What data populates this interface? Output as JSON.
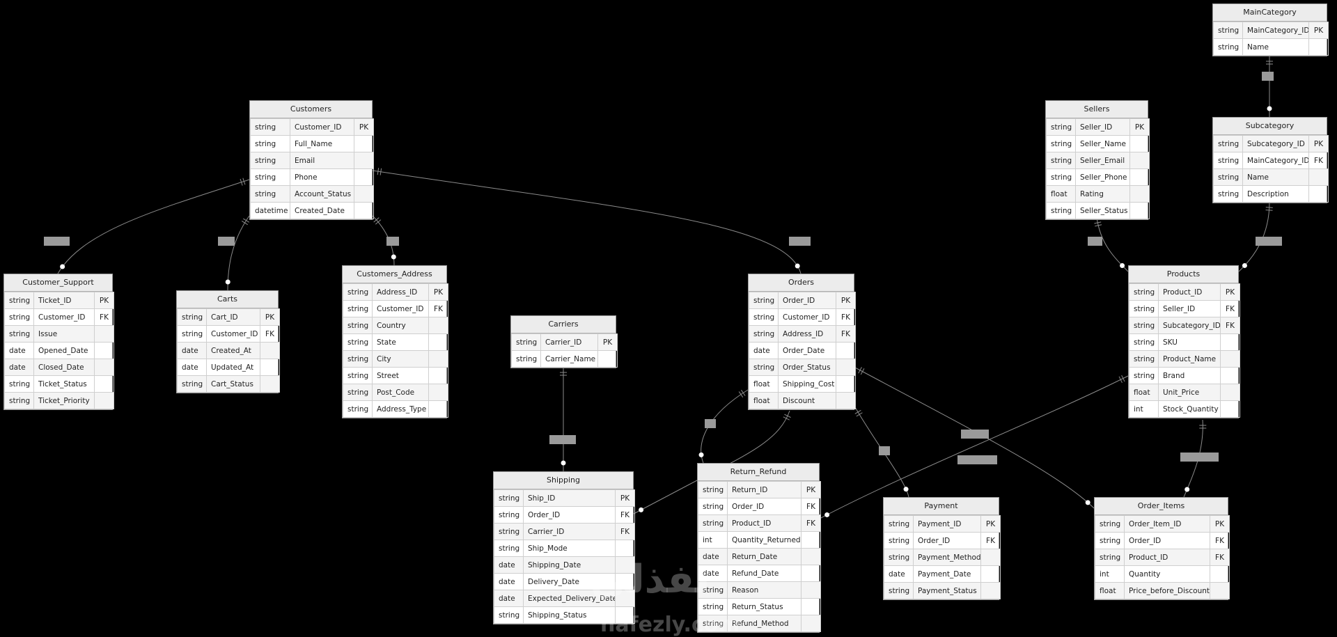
{
  "colors": {
    "background": "#000000",
    "entity_header": "#ececec",
    "entity_body": "#ffffff",
    "edge": "#8c8c8c",
    "edge_label_box": "#9a9a9a"
  },
  "entities": [
    {
      "id": "MainCategory",
      "title": "MainCategory",
      "rows": [
        [
          "string",
          "MainCategory_ID",
          "PK"
        ],
        [
          "string",
          "Name",
          ""
        ]
      ]
    },
    {
      "id": "Customers",
      "title": "Customers",
      "rows": [
        [
          "string",
          "Customer_ID",
          "PK"
        ],
        [
          "string",
          "Full_Name",
          ""
        ],
        [
          "string",
          "Email",
          ""
        ],
        [
          "string",
          "Phone",
          ""
        ],
        [
          "string",
          "Account_Status",
          ""
        ],
        [
          "datetime",
          "Created_Date",
          ""
        ]
      ]
    },
    {
      "id": "Sellers",
      "title": "Sellers",
      "rows": [
        [
          "string",
          "Seller_ID",
          "PK"
        ],
        [
          "string",
          "Seller_Name",
          ""
        ],
        [
          "string",
          "Seller_Email",
          ""
        ],
        [
          "string",
          "Seller_Phone",
          ""
        ],
        [
          "float",
          "Rating",
          ""
        ],
        [
          "string",
          "Seller_Status",
          ""
        ]
      ]
    },
    {
      "id": "Subcategory",
      "title": "Subcategory",
      "rows": [
        [
          "string",
          "Subcategory_ID",
          "PK"
        ],
        [
          "string",
          "MainCategory_ID",
          "FK"
        ],
        [
          "string",
          "Name",
          ""
        ],
        [
          "string",
          "Description",
          ""
        ]
      ]
    },
    {
      "id": "Customer_Support",
      "title": "Customer_Support",
      "rows": [
        [
          "string",
          "Ticket_ID",
          "PK"
        ],
        [
          "string",
          "Customer_ID",
          "FK"
        ],
        [
          "string",
          "Issue",
          ""
        ],
        [
          "date",
          "Opened_Date",
          ""
        ],
        [
          "date",
          "Closed_Date",
          ""
        ],
        [
          "string",
          "Ticket_Status",
          ""
        ],
        [
          "string",
          "Ticket_Priority",
          ""
        ]
      ]
    },
    {
      "id": "Carts",
      "title": "Carts",
      "rows": [
        [
          "string",
          "Cart_ID",
          "PK"
        ],
        [
          "string",
          "Customer_ID",
          "FK"
        ],
        [
          "date",
          "Created_At",
          ""
        ],
        [
          "date",
          "Updated_At",
          ""
        ],
        [
          "string",
          "Cart_Status",
          ""
        ]
      ]
    },
    {
      "id": "Customers_Address",
      "title": "Customers_Address",
      "rows": [
        [
          "string",
          "Address_ID",
          "PK"
        ],
        [
          "string",
          "Customer_ID",
          "FK"
        ],
        [
          "string",
          "Country",
          ""
        ],
        [
          "string",
          "State",
          ""
        ],
        [
          "string",
          "City",
          ""
        ],
        [
          "string",
          "Street",
          ""
        ],
        [
          "string",
          "Post_Code",
          ""
        ],
        [
          "string",
          "Address_Type",
          ""
        ]
      ]
    },
    {
      "id": "Orders",
      "title": "Orders",
      "rows": [
        [
          "string",
          "Order_ID",
          "PK"
        ],
        [
          "string",
          "Customer_ID",
          "FK"
        ],
        [
          "string",
          "Address_ID",
          "FK"
        ],
        [
          "date",
          "Order_Date",
          ""
        ],
        [
          "string",
          "Order_Status",
          ""
        ],
        [
          "float",
          "Shipping_Cost",
          ""
        ],
        [
          "float",
          "Discount",
          ""
        ]
      ]
    },
    {
      "id": "Products",
      "title": "Products",
      "rows": [
        [
          "string",
          "Product_ID",
          "PK"
        ],
        [
          "string",
          "Seller_ID",
          "FK"
        ],
        [
          "string",
          "Subcategory_ID",
          "FK"
        ],
        [
          "string",
          "SKU",
          ""
        ],
        [
          "string",
          "Product_Name",
          ""
        ],
        [
          "string",
          "Brand",
          ""
        ],
        [
          "float",
          "Unit_Price",
          ""
        ],
        [
          "int",
          "Stock_Quantity",
          ""
        ]
      ]
    },
    {
      "id": "Carriers",
      "title": "Carriers",
      "rows": [
        [
          "string",
          "Carrier_ID",
          "PK"
        ],
        [
          "string",
          "Carrier_Name",
          ""
        ]
      ]
    },
    {
      "id": "Shipping",
      "title": "Shipping",
      "rows": [
        [
          "string",
          "Ship_ID",
          "PK"
        ],
        [
          "string",
          "Order_ID",
          "FK"
        ],
        [
          "string",
          "Carrier_ID",
          "FK"
        ],
        [
          "string",
          "Ship_Mode",
          ""
        ],
        [
          "date",
          "Shipping_Date",
          ""
        ],
        [
          "date",
          "Delivery_Date",
          ""
        ],
        [
          "date",
          "Expected_Delivery_Date",
          ""
        ],
        [
          "string",
          "Shipping_Status",
          ""
        ]
      ]
    },
    {
      "id": "Return_Refund",
      "title": "Return_Refund",
      "rows": [
        [
          "string",
          "Return_ID",
          "PK"
        ],
        [
          "string",
          "Order_ID",
          "FK"
        ],
        [
          "string",
          "Product_ID",
          "FK"
        ],
        [
          "int",
          "Quantity_Returned",
          ""
        ],
        [
          "date",
          "Return_Date",
          ""
        ],
        [
          "date",
          "Refund_Date",
          ""
        ],
        [
          "string",
          "Reason",
          ""
        ],
        [
          "string",
          "Return_Status",
          ""
        ],
        [
          "string",
          "Refund_Method",
          ""
        ]
      ]
    },
    {
      "id": "Payment",
      "title": "Payment",
      "rows": [
        [
          "string",
          "Payment_ID",
          "PK"
        ],
        [
          "string",
          "Order_ID",
          "FK"
        ],
        [
          "string",
          "Payment_Method",
          ""
        ],
        [
          "date",
          "Payment_Date",
          ""
        ],
        [
          "string",
          "Payment_Status",
          ""
        ]
      ]
    },
    {
      "id": "Order_Items",
      "title": "Order_Items",
      "rows": [
        [
          "string",
          "Order_Item_ID",
          "PK"
        ],
        [
          "string",
          "Order_ID",
          "FK"
        ],
        [
          "string",
          "Product_ID",
          "FK"
        ],
        [
          "int",
          "Quantity",
          ""
        ],
        [
          "float",
          "Price_before_Discount",
          ""
        ]
      ]
    }
  ],
  "relationships": [
    {
      "from": "MainCategory",
      "to": "Subcategory"
    },
    {
      "from": "Customers",
      "to": "Customer_Support"
    },
    {
      "from": "Customers",
      "to": "Carts"
    },
    {
      "from": "Customers",
      "to": "Customers_Address"
    },
    {
      "from": "Customers",
      "to": "Orders"
    },
    {
      "from": "Sellers",
      "to": "Products"
    },
    {
      "from": "Subcategory",
      "to": "Products"
    },
    {
      "from": "Carriers",
      "to": "Shipping"
    },
    {
      "from": "Orders",
      "to": "Return_Refund"
    },
    {
      "from": "Orders",
      "to": "Payment"
    },
    {
      "from": "Orders",
      "to": "Order_Items"
    },
    {
      "from": "Orders",
      "to": "Shipping"
    },
    {
      "from": "Products",
      "to": "Return_Refund"
    },
    {
      "from": "Products",
      "to": "Order_Items"
    }
  ],
  "watermark": {
    "arabic": "نفذلي",
    "latin": "nafezly.com"
  }
}
